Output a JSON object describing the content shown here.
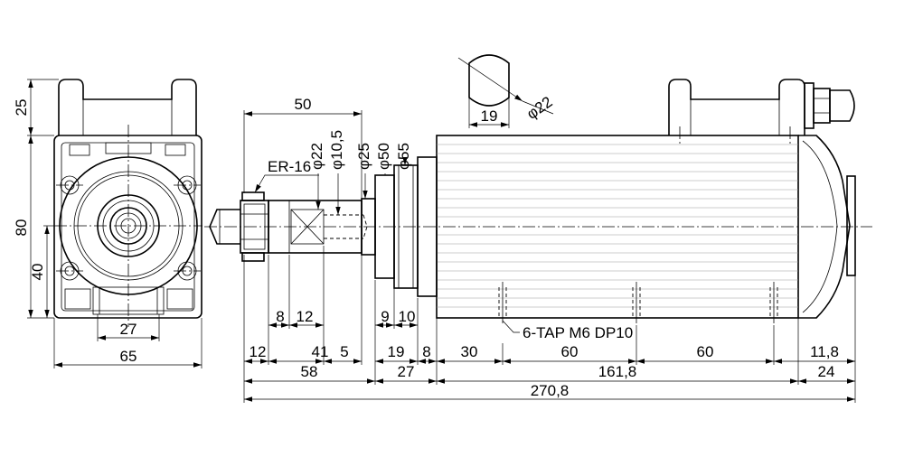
{
  "front_view": {
    "dims": {
      "d25": "25",
      "d80": "80",
      "d40": "40",
      "d27": "27",
      "d65": "65"
    }
  },
  "side_view": {
    "top_dims": {
      "d50": "50",
      "phi22": "φ22",
      "phi10_5": "φ10,5",
      "phi25": "φ25",
      "phi50": "φ50",
      "phi55": "φ55"
    },
    "collet_label": "ER-16",
    "detail_dims": {
      "d19": "19",
      "phi22": "φ22"
    },
    "mid_dims": {
      "d8": "8",
      "d12": "12",
      "d9": "9",
      "d10": "10"
    },
    "tap_label": "6-TAP M6 DP10",
    "row1": {
      "d12": "12",
      "d41": "41",
      "d5": "5",
      "d19": "19",
      "d8": "8",
      "d30": "30",
      "d60a": "60",
      "d60b": "60",
      "d11_8": "11,8"
    },
    "row2": {
      "d58": "58",
      "d27": "27",
      "d161_8": "161,8",
      "d24": "24"
    },
    "row3": {
      "d270_8": "270,8"
    }
  }
}
